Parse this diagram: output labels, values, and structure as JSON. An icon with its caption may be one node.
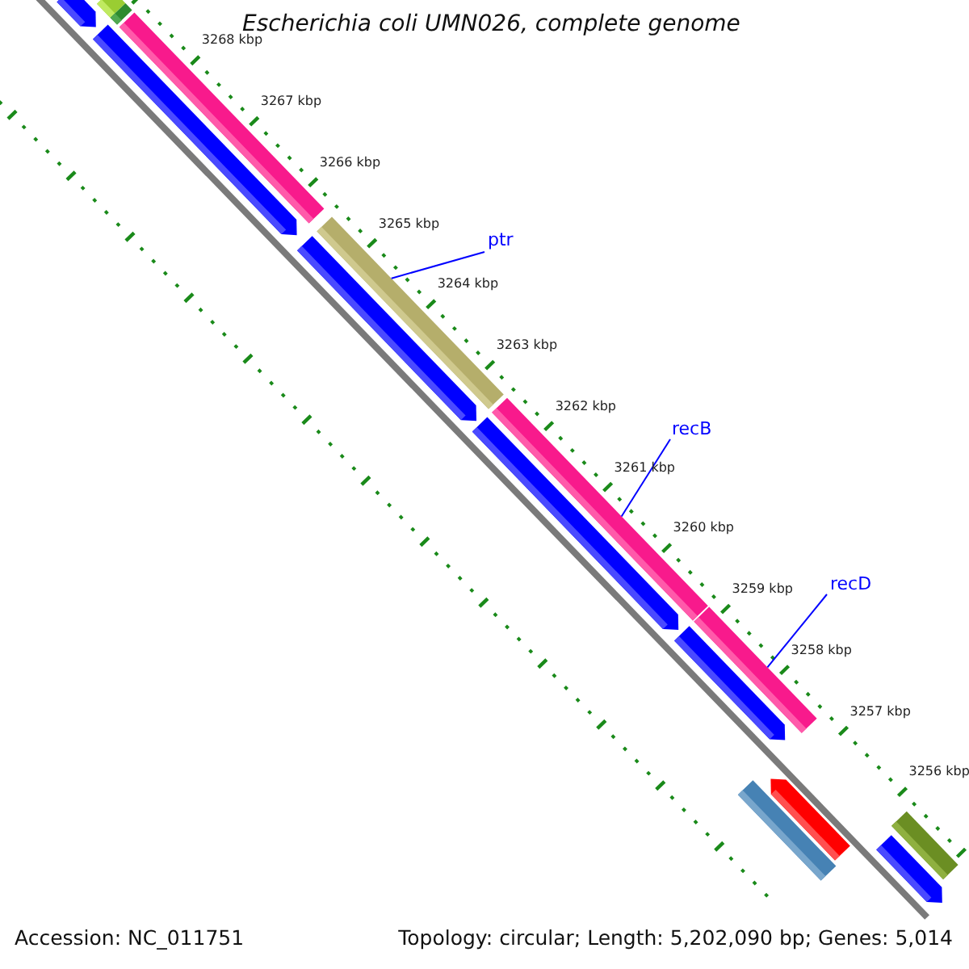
{
  "diagram": {
    "title": "Escherichia coli UMN026, complete genome",
    "nodes": [
      {
        "text": [],
        "shape": "bar"
      },
      {
        "text": [],
        "shape": "bar"
      },
      {
        "text": [],
        "shape": "bar"
      },
      {
        "text": [],
        "shape": "bar"
      },
      {
        "text": [],
        "shape": "bar"
      },
      {
        "text": [],
        "shape": "bar"
      },
      {
        "text": [],
        "shape": "bar"
      },
      {
        "text": [
          "ptr"
        ]
      },
      {
        "text": [],
        "shape": "bar"
      },
      {
        "text": [],
        "shape": "bar"
      },
      {
        "text": [
          "recB"
        ]
      },
      {
        "text": [],
        "shape": "bar"
      },
      {
        "text": [],
        "shape": "bar"
      },
      {
        "text": [
          "recD"
        ]
      },
      {
        "text": [],
        "shape": "bar"
      },
      {
        "text": [],
        "shape": "bar"
      },
      {
        "text": [],
        "shape": "bar"
      },
      {
        "text": [],
        "shape": "bar"
      }
    ],
    "edges": [
      {
        "from": 7,
        "to": 5,
        "arrow": "none"
      },
      {
        "from": 10,
        "to": 8,
        "arrow": "none"
      },
      {
        "from": 13,
        "to": 11,
        "arrow": "none"
      }
    ],
    "labels": [
      "3268 kbp",
      "3267 kbp",
      "3266 kbp",
      "3265 kbp",
      "3264 kbp",
      "3263 kbp",
      "3262 kbp",
      "3261 kbp",
      "3260 kbp",
      "3259 kbp",
      "3258 kbp",
      "3257 kbp",
      "3256 kbp",
      "Accession: NC_011751",
      "Topology: circular; Length: 5,202,090 bp; Genes: 5,014"
    ]
  }
}
